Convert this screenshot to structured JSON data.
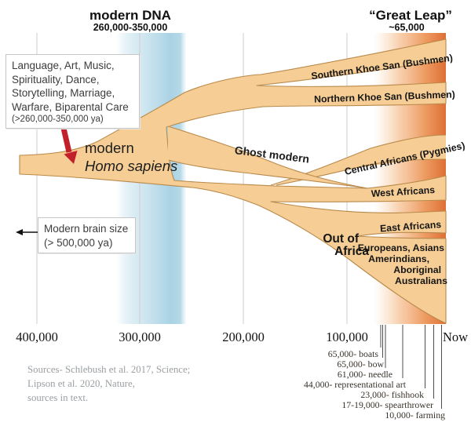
{
  "titles": {
    "modern_dna": {
      "heading": "modern DNA",
      "range": "260,000-350,000"
    },
    "great_leap": {
      "heading": "“Great Leap”",
      "range": "~65,000"
    }
  },
  "callouts": {
    "traits": {
      "line1": "Language, Art, Music,",
      "line2": "Spirituality, Dance,",
      "line3": "Storytelling, Marriage,",
      "line4": "Warfare, Biparental Care",
      "note": "(>260,000-350,000 ya)"
    },
    "brain": {
      "line1": "Modern brain size",
      "line2": "(> 500,000 ya)"
    }
  },
  "tree": {
    "trunk": {
      "line1": "modern",
      "line2": "Homo sapiens"
    },
    "ghost": "Ghost modern",
    "branches": {
      "southern": "Southern Khoe San (Bushmen)",
      "northern": "Northern Khoe San (Bushmen)",
      "central": "Central Africans (Pygmies)",
      "west": "West Africans",
      "east": "East Africans",
      "out_of_africa": {
        "line1": "Out of",
        "line2": "Africa"
      },
      "ooa_descendants": {
        "line1": "Europeans, Asians",
        "line2": "Amerindians,",
        "line3": "Aboriginal",
        "line4": "Australians"
      }
    }
  },
  "axis": {
    "tick1": "400,000",
    "tick2": "300,000",
    "tick3": "200,000",
    "tick4": "100,000",
    "tick5": "Now"
  },
  "events": [
    {
      "text": "65,000- boats"
    },
    {
      "text": "65,000- bow"
    },
    {
      "text": "61,000- needle"
    },
    {
      "text": "44,000- representational art"
    },
    {
      "text": "23,000- fishhook"
    },
    {
      "text": "17-19,000- spearthrower"
    },
    {
      "text": "10,000- farming"
    }
  ],
  "sources": {
    "line1": "Sources- Schlebush et al. 2017, Science;",
    "line2": "Lipson et al. 2020, Nature,",
    "line3": "sources in text."
  },
  "colors": {
    "branch_fill": "#f6ce95",
    "branch_outline": "#b8894a",
    "dna_band_blue": "#a9d2e4",
    "leap_band_orange": "#de6f36",
    "red_arrow": "#c2202b",
    "gridline": "#cccccc"
  }
}
